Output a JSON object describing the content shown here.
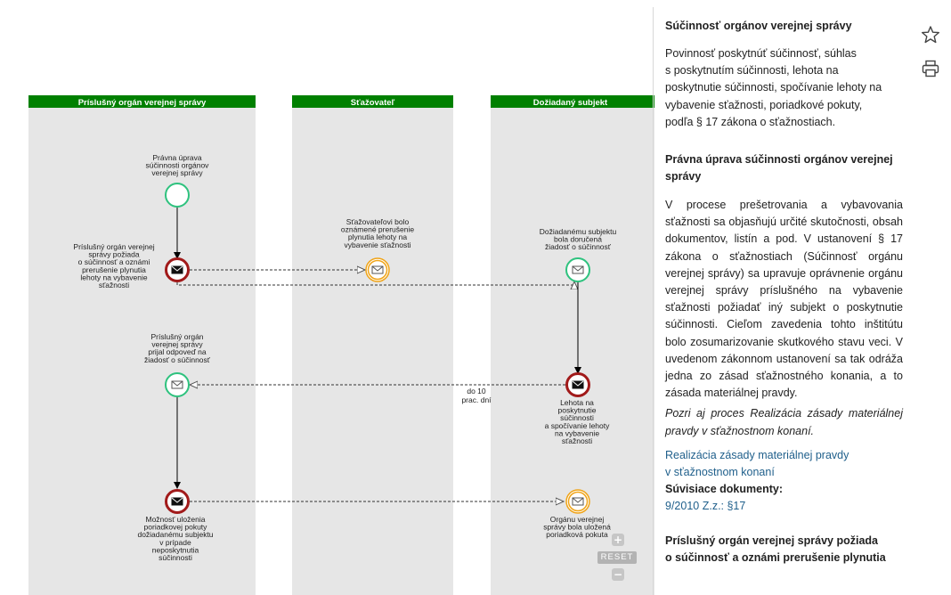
{
  "lanes": [
    {
      "title": "Príslušný orgán verejnej správy"
    },
    {
      "title": "Sťažovateľ"
    },
    {
      "title": "Dožiadaný subjekt"
    }
  ],
  "events": {
    "start": [
      "Právna úprava",
      "súčinnosti orgánov",
      "verejnej správy"
    ],
    "request": [
      "Príslušný orgán verejnej",
      "správy požiada",
      "o súčinnosť a oznámi",
      "prerušenie plynutia",
      "lehoty na vybavenie",
      "sťažnosti"
    ],
    "complainant": [
      "Sťažovateľovi bolo",
      "oznámené prerušenie",
      "plynutia lehoty na",
      "vybavenie sťažnosti"
    ],
    "subject_received": [
      "Dožiadanému subjektu",
      "bola doručená",
      "žiadosť o súčinnosť"
    ],
    "answer_received": [
      "Príslušný orgán",
      "verejnej správy",
      "prijal odpoveď na",
      "žiadosť o súčinnosť"
    ],
    "deadline": [
      "Lehota na",
      "poskytnutie",
      "súčinnosti",
      "a spočívanie lehoty",
      "na vybavenie",
      "sťažnosti"
    ],
    "fine": [
      "Možnosť uloženia",
      "poriadkovej pokuty",
      "dožiadanému subjektu",
      "v prípade",
      "neposkytnutia",
      "súčinnosti"
    ],
    "fine_received": [
      "Orgánu verejnej",
      "správy bola uložená",
      "poriadková pokuta"
    ]
  },
  "flow_label": [
    "do 10",
    "prac. dní"
  ],
  "controls": {
    "zoom_in": "+",
    "reset": "RESET",
    "zoom_out": "−"
  },
  "side": {
    "title": "Súčinnosť orgánov verejnej správy",
    "intro": [
      "Povinnosť poskytnúť súčinnosť, súhlas",
      "s poskytnutím súčinnosti, lehota na",
      "poskytnutie súčinnosti, spočívanie lehoty na",
      "vybavenie sťažnosti, poriadkové pokuty,",
      "podľa § 17 zákona o sťažnostiach."
    ],
    "section1_title": [
      "Právna úprava súčinnosti orgánov verejnej",
      "správy"
    ],
    "section1_body": "V procese prešetrovania a vybavovania sťažnosti sa objasňujú určité skutočnosti, obsah dokumentov, listín a pod. V ustanovení § 17 zákona o sťažnostiach (Súčinnosť orgánu verejnej správy) sa upravuje oprávnenie orgánu verejnej správy príslušného na vybavenie sťažnosti požiadať iný subjekt o poskytnutie súčinnosti. Cieľom zavedenia tohto inštitútu bolo zosumarizovanie skutkového stavu veci. V uvedenom zákonnom ustanovení sa tak odráža jedna zo zásad sťažnostného konania, a to zásada materiálnej pravdy.",
    "section1_note": "Pozri aj proces Realizácia zásady materiálnej pravdy v sťažnostnom konaní.",
    "link1": [
      "Realizácia zásady materiálnej pravdy",
      "v sťažnostnom konaní"
    ],
    "related_label": "Súvisiace dokumenty:",
    "related_link": "9/2010 Z.z.: §17",
    "section2_title": [
      "Príslušný orgán verejnej správy požiada",
      "o súčinnosť a oznámi prerušenie plynutia"
    ]
  },
  "icons": {
    "favorite": "star-icon",
    "print": "printer-icon"
  },
  "colors": {
    "lane_header": "#008000",
    "lane_body": "#e6e6e6",
    "start": "#2ec27e",
    "intermediate": "#f0a418",
    "end": "#a11a1a",
    "link": "#1f5f8b"
  }
}
